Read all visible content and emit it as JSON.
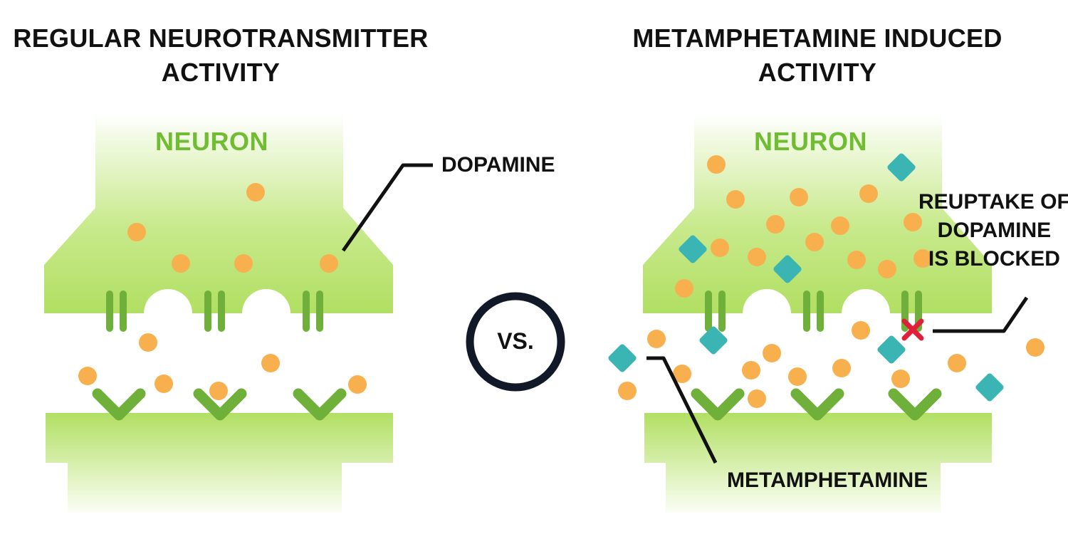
{
  "left_panel": {
    "title_line1": "REGULAR NEUROTRANSMITTER",
    "title_line2": "ACTIVITY",
    "neuron_label": "NEURON"
  },
  "right_panel": {
    "title_line1": "METAMPHETAMINE INDUCED",
    "title_line2": "ACTIVITY",
    "neuron_label": "NEURON"
  },
  "vs_label": "VS.",
  "callouts": {
    "dopamine": "DOPAMINE",
    "metamphetamine": "METAMPHETAMINE",
    "reuptake_line1": "REUPTAKE OF",
    "reuptake_line2": "DOPAMINE",
    "reuptake_line3": "IS BLOCKED"
  },
  "colors": {
    "neuron_green": "#b5e26a",
    "neuron_text": "#70bd33",
    "receptor_green": "#6fb03a",
    "dopamine_orange": "#f8b04f",
    "meth_teal": "#3ab5b3",
    "block_red": "#e0203a"
  }
}
